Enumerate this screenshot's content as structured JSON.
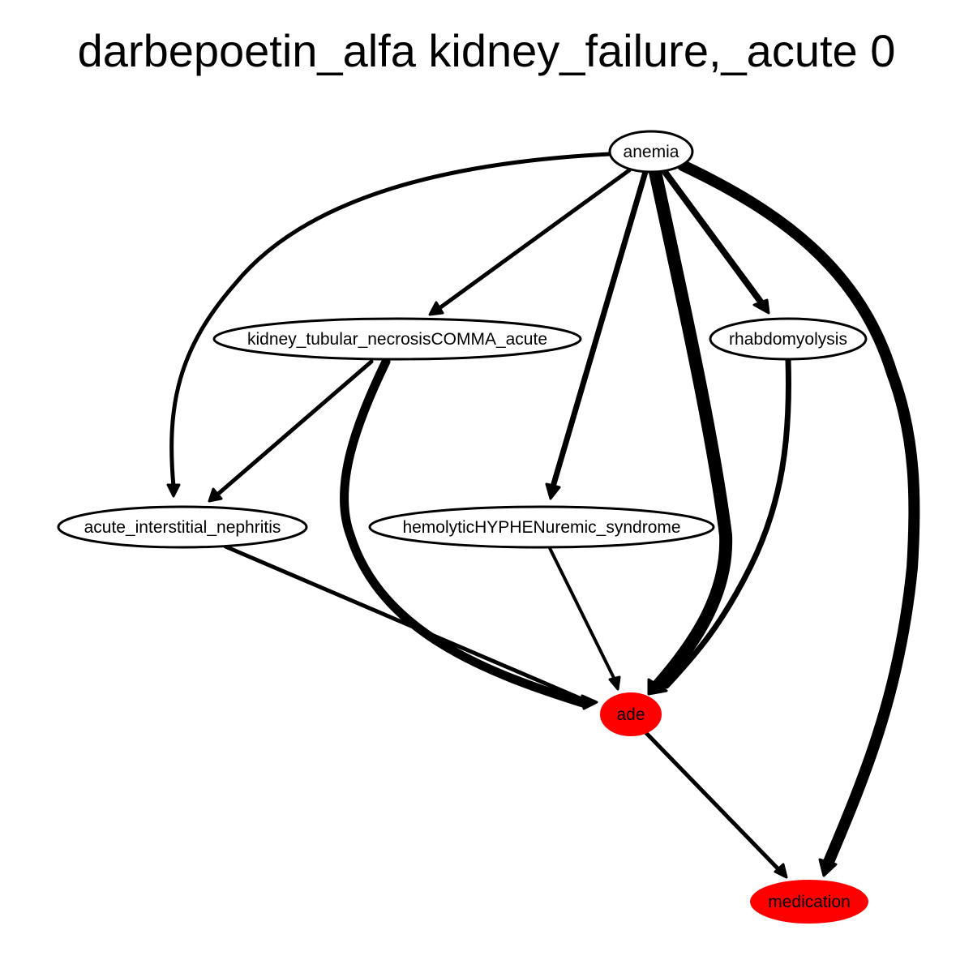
{
  "diagram": {
    "title": "darbepoetin_alfa kidney_failure,_acute 0",
    "colors": {
      "default_node_fill": "#ffffff",
      "highlight_node_fill": "#ff0000",
      "stroke": "#000000"
    },
    "nodes": [
      {
        "id": "anemia",
        "label": "anemia",
        "highlighted": false
      },
      {
        "id": "ktn",
        "label": "kidney_tubular_necrosisCOMMA_acute",
        "highlighted": false
      },
      {
        "id": "rhabdo",
        "label": "rhabdomyolysis",
        "highlighted": false
      },
      {
        "id": "ain",
        "label": "acute_interstitial_nephritis",
        "highlighted": false
      },
      {
        "id": "hus",
        "label": "hemolyticHYPHENuremic_syndrome",
        "highlighted": false
      },
      {
        "id": "ade",
        "label": "ade",
        "highlighted": true
      },
      {
        "id": "medication",
        "label": "medication",
        "highlighted": true
      }
    ],
    "edges": [
      {
        "from": "anemia",
        "to": "ain",
        "weight": "thin"
      },
      {
        "from": "anemia",
        "to": "ktn",
        "weight": "thin"
      },
      {
        "from": "anemia",
        "to": "hus",
        "weight": "medium"
      },
      {
        "from": "anemia",
        "to": "ade",
        "weight": "heavy"
      },
      {
        "from": "anemia",
        "to": "rhabdo",
        "weight": "medium"
      },
      {
        "from": "anemia",
        "to": "medication",
        "weight": "heavy"
      },
      {
        "from": "ktn",
        "to": "ain",
        "weight": "thin"
      },
      {
        "from": "ktn",
        "to": "ade",
        "weight": "heavy"
      },
      {
        "from": "rhabdo",
        "to": "ade",
        "weight": "medium"
      },
      {
        "from": "ain",
        "to": "ade",
        "weight": "thin"
      },
      {
        "from": "hus",
        "to": "ade",
        "weight": "thin"
      },
      {
        "from": "ade",
        "to": "medication",
        "weight": "thin"
      }
    ]
  }
}
